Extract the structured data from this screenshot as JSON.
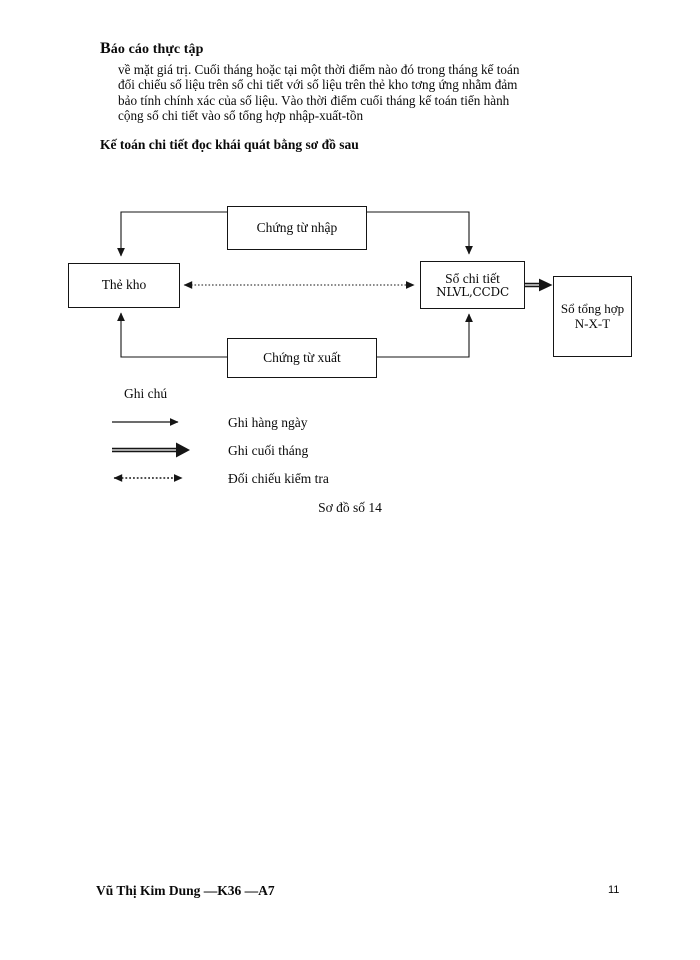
{
  "document": {
    "title_dropcap": "B",
    "title_rest": "áo cáo thực tập",
    "paragraph_lines": [
      "về mặt giá trị. Cuối tháng hoặc tại một thời điểm nào đó trong tháng kế toán",
      "đối chiếu số liệu trên sổ chi tiết với số liệu trên thẻ kho tơng   ứng nhằm đảm",
      "bảo tính chính xác của số liệu. Vào thời điểm cuối tháng kế toán tiến hành",
      "cộng sổ chi tiết vào sổ tổng hợp nhập-xuất-tồn"
    ],
    "section_heading": "Kế toán chi tiết đọc   khái quát bằng sơ đồ sau",
    "caption": "Sơ đồ số 14",
    "footer": {
      "author": "Vũ Thị Kim Dung —K36 —A7",
      "page_number": "11"
    }
  },
  "diagram": {
    "nodes": [
      {
        "id": "chungtunhap",
        "line1": "Chứng từ nhập",
        "line2": ""
      },
      {
        "id": "thekho",
        "line1": "Thẻ kho",
        "line2": ""
      },
      {
        "id": "sochitiet",
        "line1": "Sổ chi tiết",
        "line2": "NLVL,CCDC"
      },
      {
        "id": "sotonghop",
        "line1": "Sổ tổng hợp N-X-T",
        "line2": ""
      },
      {
        "id": "chungtuxuat",
        "line1": "Chứng từ xuất",
        "line2": ""
      }
    ],
    "stroke_color": "#151515"
  },
  "legend": {
    "title": "Ghi chú",
    "items": [
      {
        "style": "solid-arrow",
        "label": "Ghi hàng ngày"
      },
      {
        "style": "double-arrow",
        "label": "Ghi cuối tháng"
      },
      {
        "style": "dotted-bidirectional-arrow",
        "label": "Đối chiếu kiểm tra"
      }
    ]
  }
}
